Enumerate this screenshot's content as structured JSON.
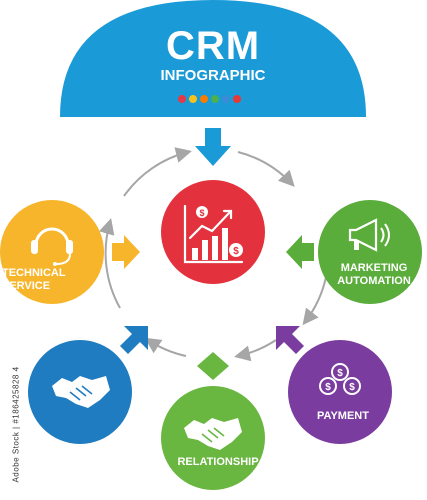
{
  "header": {
    "title": "CRM",
    "subtitle": "INFOGRAPHIC",
    "dot_colors": [
      "#e63946",
      "#f7c21b",
      "#f57c00",
      "#4caf50",
      "#3a8cd6",
      "#e53935"
    ]
  },
  "colors": {
    "header_blue": "#1b9ad8",
    "hub_red": "#e3323d",
    "technical_yellow": "#f7b52c",
    "marketing_green": "#5aad3a",
    "payment_purple": "#7b3ca0",
    "relationship_green": "#69b640",
    "handshake_blue": "#1f7cc1",
    "arrow_gray": "#a6a6a6"
  },
  "nodes": {
    "hub": {
      "icon": "growth-chart-icon"
    },
    "technical_service": {
      "label_line1": "TECHNICAL",
      "label_line2": "SERVICE",
      "icon": "headset-icon"
    },
    "marketing_automation": {
      "label_line1": "MARKETING",
      "label_line2": "AUTOMATION",
      "icon": "megaphone-icon"
    },
    "payment": {
      "label": "PAYMENT",
      "icon": "coins-icon"
    },
    "relationship": {
      "label": "RELATIONSHIP",
      "icon": "handshake-icon"
    },
    "partnership": {
      "icon": "handshake-icon"
    }
  },
  "watermark": {
    "stock_id": "Adobe Stock | #186425828 4"
  }
}
